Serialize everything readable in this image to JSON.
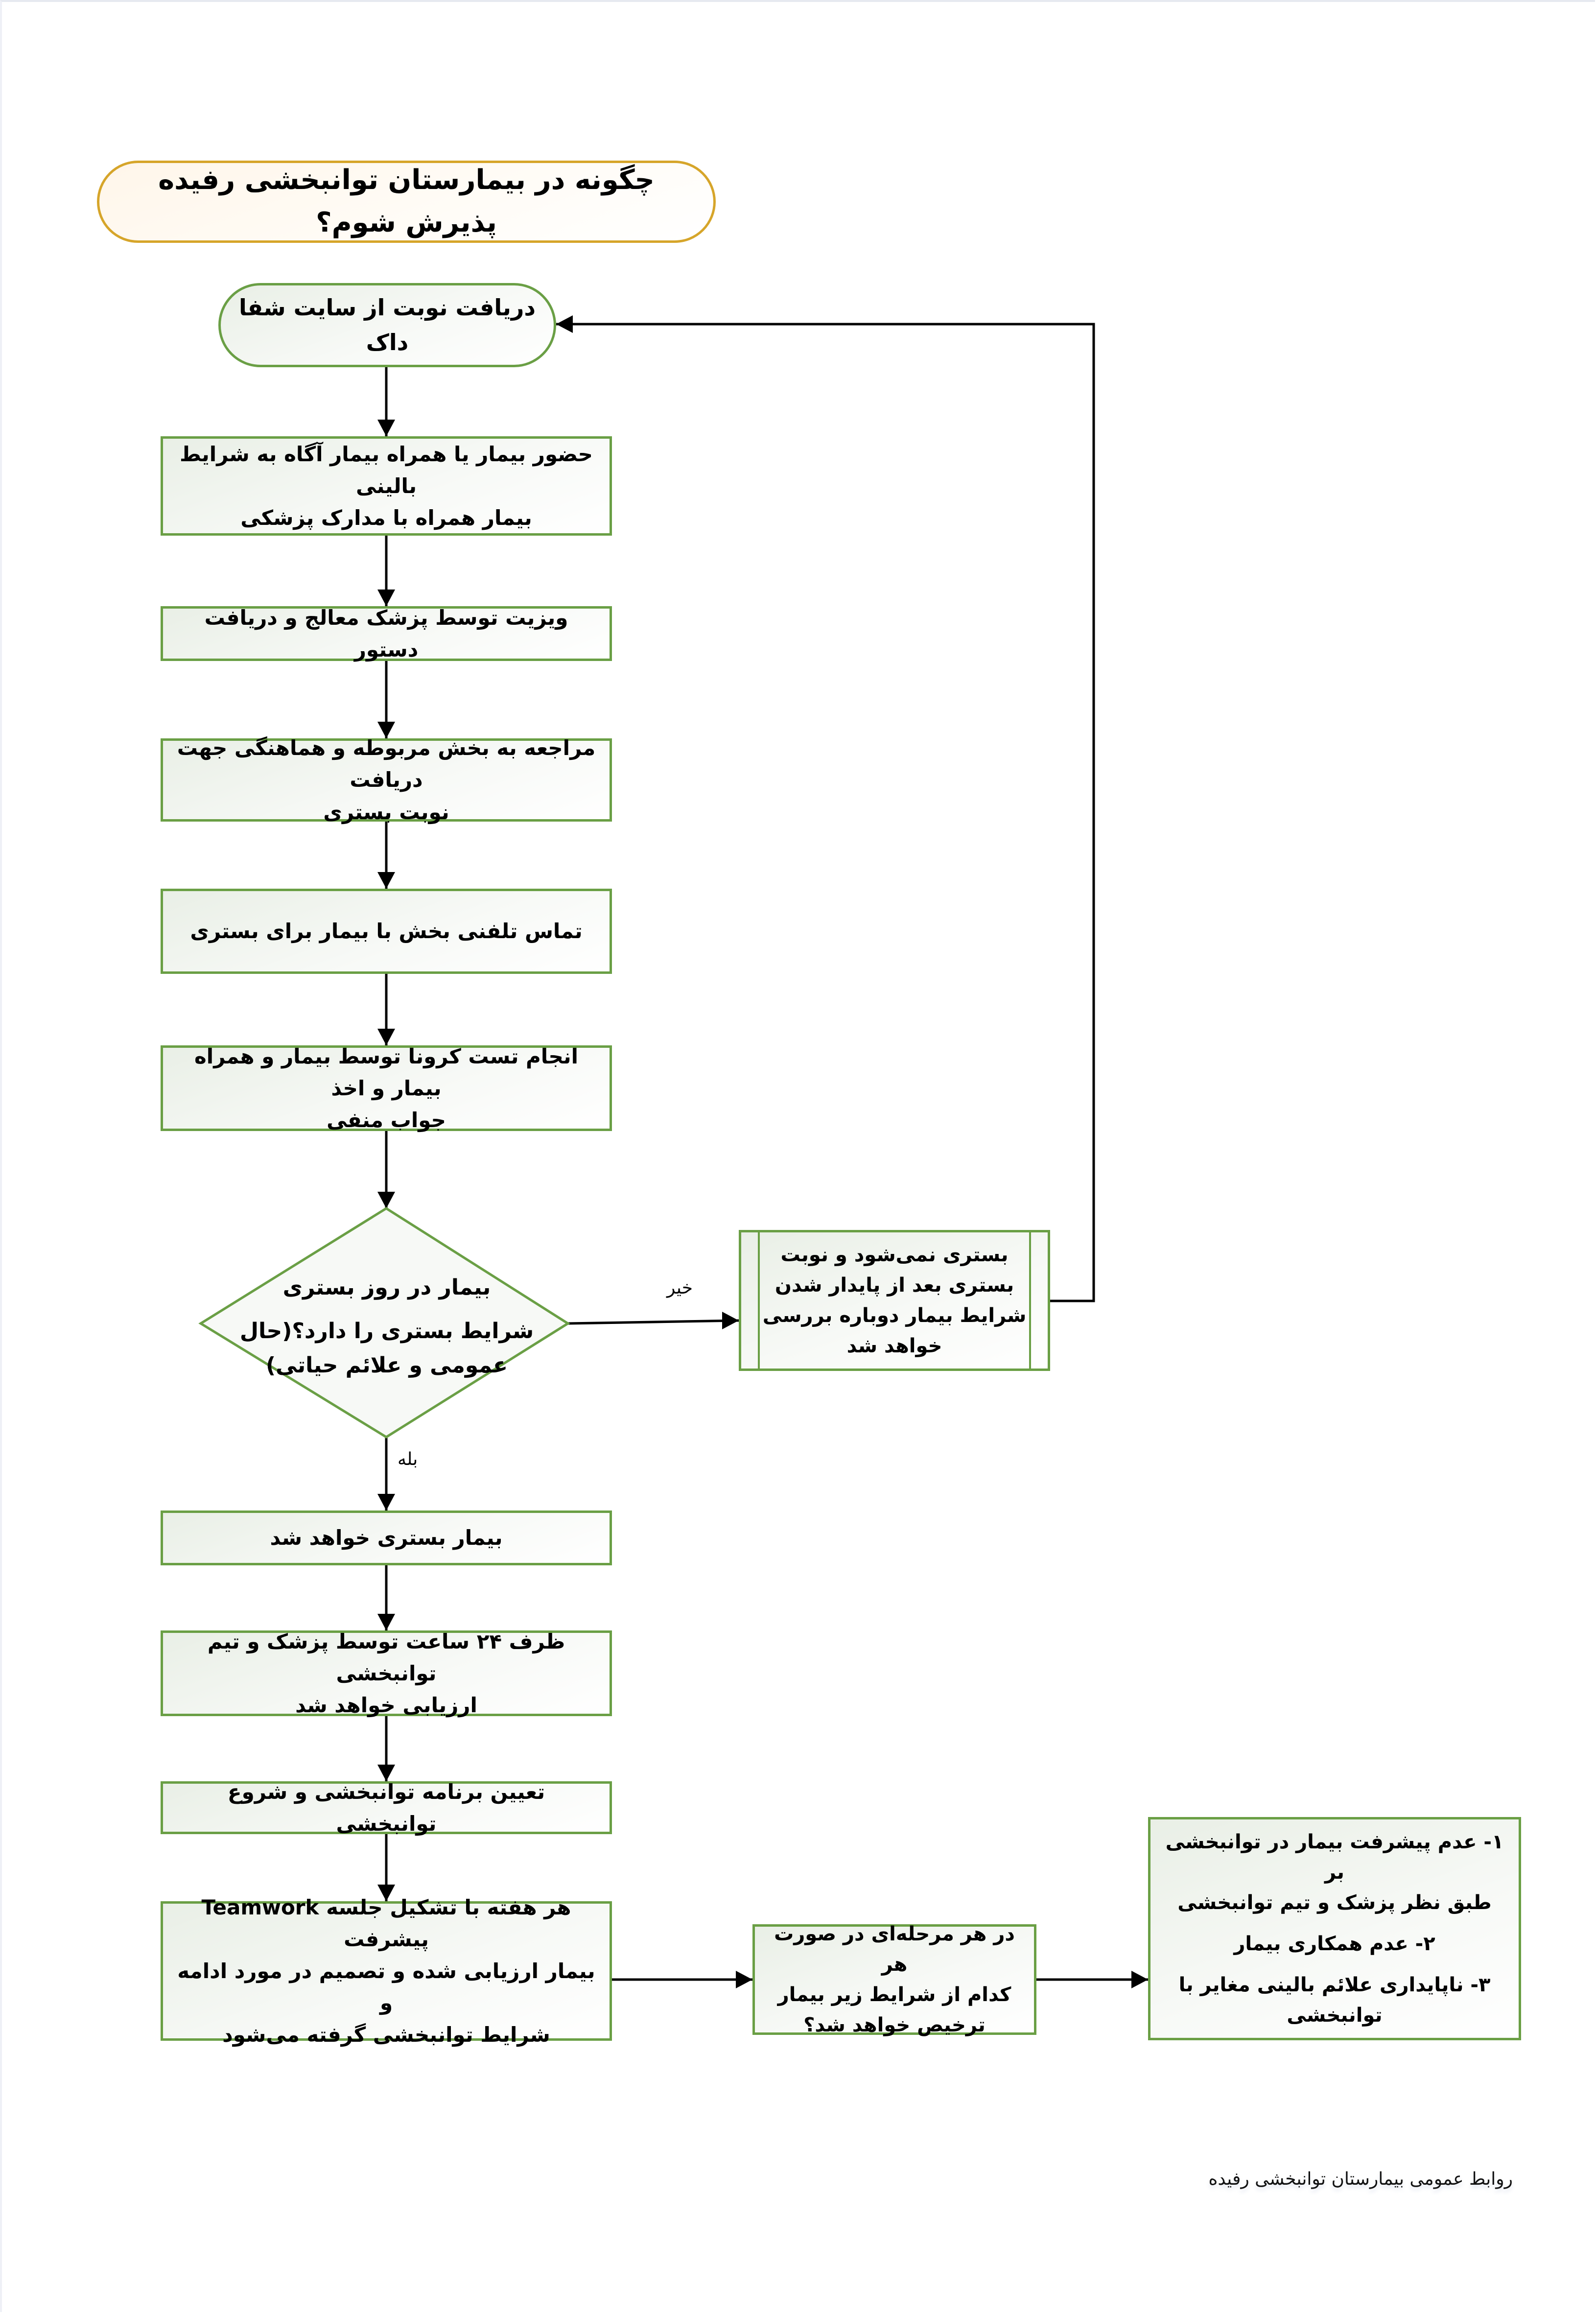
{
  "title": "چگونه در بیمارستان توانبخشی رفیده پذیرش شوم؟",
  "colors": {
    "node_border": "#6a9f45",
    "title_border": "#d6a52a",
    "connector": "#000000"
  },
  "flow": {
    "start": "دریافت نوبت از سایت شفا داک",
    "steps": [
      "حضور بیمار یا همراه بیمار آگاه به شرایط بالینی\nبیمار همراه با مدارک پزشکی",
      "ویزیت توسط پزشک معالج و دریافت دستور",
      "مراجعه به بخش مربوطه و هماهنگی جهت دریافت\nنوبت بستری",
      "تماس تلفنی بخش با بیمار برای بستری",
      "انجام تست کرونا توسط بیمار و همراه بیمار و اخذ\nجواب منفی"
    ],
    "decision": {
      "line1": "بیمار در روز بستری",
      "line2": "شرایط بستری را دارد؟(حال",
      "line3": "عمومی و علائم حیاتی)",
      "no_label": "خیر",
      "yes_label": "بله"
    },
    "no_branch": "بستری نمی‌شود و نوبت\nبستری بعد از پایدار شدن\nشرایط بیمار دوباره بررسی\nخواهد شد",
    "yes_steps": [
      "بیمار بستری خواهد شد",
      "ظرف ۲۴ ساعت توسط پزشک و تیم توانبخشی\nارزیابی خواهد شد",
      "تعیین برنامه توانبخشی و شروع توانبخشی",
      "هر هفته با تشکیل جلسه Teamwork پیشرفت\nبیمار ارزیابی شده و تصمیم در مورد ادامه و\nشرایط توانبخشی گرفته می‌شود"
    ],
    "discharge_question": "در هر مرحله‌ای در صورت هر\nکدام از شرایط زیر بیمار\nترخیص خواهد شد؟",
    "discharge_criteria": [
      "۱- عدم پیشرفت بیمار در توانبخشی بر\nطبق نظر پزشک و تیم توانبخشی",
      "۲- عدم همکاری بیمار",
      "۳- ناپایداری علائم بالینی مغایر با\nتوانبخشی"
    ]
  },
  "footer": "روابط عمومی بیمارستان توانبخشی رفیده"
}
